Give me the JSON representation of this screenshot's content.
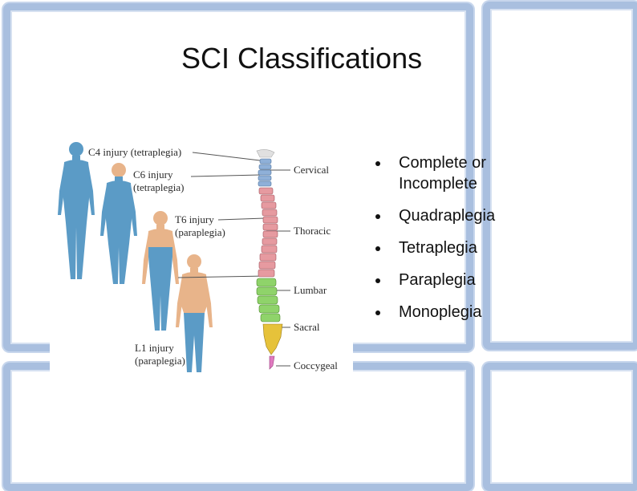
{
  "slide": {
    "title": "SCI Classifications",
    "bullets": [
      "Complete or Incomplete",
      "Quadraplegia",
      "Tetraplegia",
      "Paraplegia",
      "Monoplegia"
    ]
  },
  "figure": {
    "injury_labels": {
      "c4_line1": "C4 injury (tetraplegia)",
      "c6_line1": "C6 injury",
      "c6_line2": "(tetraplegia)",
      "t6_line1": "T6 injury",
      "t6_line2": "(paraplegia)",
      "l1_line1": "L1 injury",
      "l1_line2": "(paraplegia)"
    },
    "spine_regions": {
      "cervical": "Cervical",
      "thoracic": "Thoracic",
      "lumbar": "Lumbar",
      "sacral": "Sacral",
      "coccygeal": "Coccygeal"
    },
    "colors": {
      "body_blue": "#5b9bc6",
      "body_skin": "#e8b48a",
      "cervical": "#8fb0d8",
      "thoracic": "#e69aa0",
      "lumbar": "#8fd36a",
      "sacral": "#e6c23a",
      "coccygeal": "#e07ac0"
    }
  }
}
